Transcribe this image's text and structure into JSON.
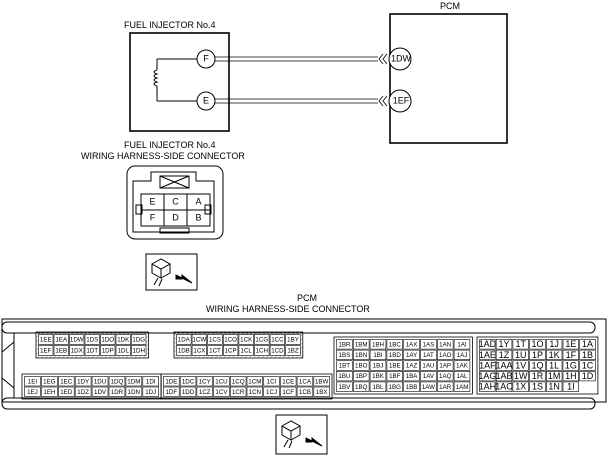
{
  "labels": {
    "injector_title": "FUEL INJECTOR No.4",
    "pcm_title": "PCM",
    "harness_line1": "FUEL INJECTOR No.4",
    "harness_line2": "WIRING HARNESS-SIDE CONNECTOR",
    "pcm_conn_line1": "PCM",
    "pcm_conn_line2": "WIRING HARNESS-SIDE CONNECTOR"
  },
  "injector_pins": {
    "top": "F",
    "bottom": "E"
  },
  "pcm_pins": {
    "top": "1DW",
    "bottom": "1EF"
  },
  "injector_connector": {
    "top": [
      "E",
      "C",
      "A"
    ],
    "bottom": [
      "F",
      "D",
      "B"
    ]
  },
  "pcm_connector": {
    "block1": [
      [
        "1EE",
        "1EA",
        "1DW",
        "1DS",
        "1DO",
        "1DK",
        "1DG"
      ],
      [
        "1EF",
        "1EB",
        "1DX",
        "1DT",
        "1DP",
        "1DL",
        "1DH"
      ]
    ],
    "block2": [
      [
        "1DA",
        "1CW",
        "1CS",
        "1CO",
        "1CK",
        "1CG",
        "1CC",
        "1BY"
      ],
      [
        "1DB",
        "1CX",
        "1CT",
        "1CP",
        "1CL",
        "1CH",
        "1CD",
        "1BZ"
      ]
    ],
    "block3": [
      [
        "1EI",
        "1EG",
        "1EC",
        "1DY",
        "1DU",
        "1DQ",
        "1DM",
        "1DI"
      ],
      [
        "1EJ",
        "1EH",
        "1ED",
        "1DZ",
        "1DV",
        "1DR",
        "1DN",
        "1DJ"
      ]
    ],
    "block4": [
      [
        "1DE",
        "1DC",
        "1CY",
        "1CU",
        "1CQ",
        "1CM",
        "1CI",
        "1CE",
        "1CA",
        "1BW"
      ],
      [
        "1DF",
        "1DD",
        "1CZ",
        "1CV",
        "1CR",
        "1CN",
        "1CJ",
        "1CF",
        "1CB",
        "1BX"
      ]
    ],
    "block5": [
      [
        "1BR",
        "1BM",
        "1BH",
        "1BC",
        "1AX",
        "1AS",
        "1AN",
        "1AI"
      ],
      [
        "1BS",
        "1BN",
        "1BI",
        "1BD",
        "1AY",
        "1AT",
        "1AO",
        "1AJ"
      ],
      [
        "1BT",
        "1BO",
        "1BJ",
        "1BE",
        "1AZ",
        "1AU",
        "1AP",
        "1AK"
      ],
      [
        "1BU",
        "1BP",
        "1BK",
        "1BF",
        "1BA",
        "1AV",
        "1AQ",
        "1AL"
      ],
      [
        "1BV",
        "1BQ",
        "1BL",
        "1BG",
        "1BB",
        "1AW",
        "1AR",
        "1AM"
      ]
    ],
    "block6": [
      [
        "1AD",
        "1Y",
        "1T",
        "1O",
        "1J",
        "1E",
        "1A"
      ],
      [
        "1AE",
        "1Z",
        "1U",
        "1P",
        "1K",
        "1F",
        "1B"
      ],
      [
        "1AF",
        "1AA",
        "1V",
        "1Q",
        "1L",
        "1G",
        "1C"
      ],
      [
        "1AG",
        "1AB",
        "1W",
        "1R",
        "1M",
        "1H",
        "1D"
      ],
      [
        "1AH",
        "1AC",
        "1X",
        "1S",
        "1N",
        "1I",
        ""
      ]
    ]
  }
}
